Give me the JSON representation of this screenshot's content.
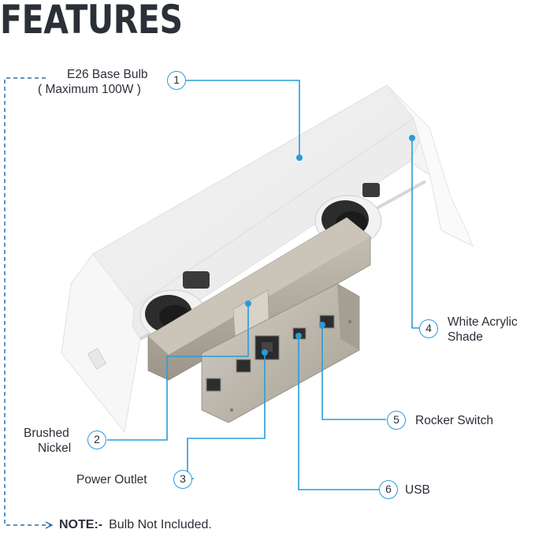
{
  "heading": "FEATURES",
  "callouts": {
    "bulb": {
      "number": "1",
      "line1": "E26 Base Bulb",
      "line2": "( Maximum 100W )"
    },
    "nickel": {
      "number": "2",
      "line1": "Brushed",
      "line2": "Nickel"
    },
    "outlet": {
      "number": "3",
      "line1": "Power Outlet"
    },
    "shade": {
      "number": "4",
      "line1": "White Acrylic",
      "line2": "Shade"
    },
    "rocker": {
      "number": "5",
      "line1": "Rocker Switch"
    },
    "usb": {
      "number": "6",
      "line1": "USB"
    }
  },
  "note": {
    "label": "NOTE:-",
    "text": "Bulb Not Included."
  },
  "colors": {
    "accent": "#2a9bd9",
    "text": "#2a2f38",
    "nickel": "#b8b2a6"
  }
}
